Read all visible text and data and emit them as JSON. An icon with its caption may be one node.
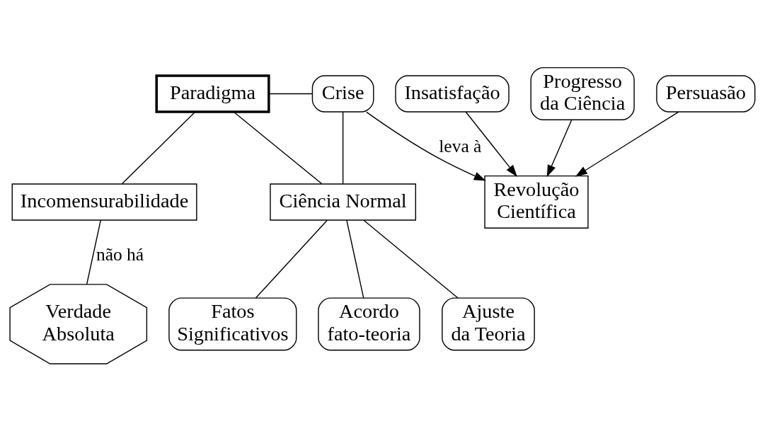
{
  "diagram": {
    "nodes": [
      {
        "text": [
          "Paradigma"
        ]
      },
      {
        "text": [
          "Crise"
        ]
      },
      {
        "text": [
          "Incomensurabilidade"
        ]
      },
      {
        "text": [
          "Ciência Normal"
        ]
      },
      {
        "text": [
          "Revolução Científica"
        ]
      },
      {
        "text": [
          "Fatos Significativos"
        ]
      },
      {
        "text": [
          "Acordo fato-teoria"
        ]
      },
      {
        "text": [
          "Ajuste da Teoria"
        ]
      },
      {
        "text": [
          "Insatisfação"
        ]
      },
      {
        "text": [
          "Progresso da Ciência"
        ]
      },
      {
        "text": [
          "Persuasão"
        ]
      },
      {
        "text": [
          "Verdade Absoluta"
        ]
      }
    ],
    "edges": [
      {
        "from": 0,
        "to": 1,
        "arrow": "none"
      },
      {
        "from": 0,
        "to": 2,
        "arrow": "none"
      },
      {
        "from": 0,
        "to": 3,
        "arrow": "none"
      },
      {
        "from": 1,
        "to": 3,
        "arrow": "none"
      },
      {
        "from": 1,
        "to": 4,
        "arrow": "to",
        "label": "leva à"
      },
      {
        "from": 3,
        "to": 5,
        "arrow": "none"
      },
      {
        "from": 3,
        "to": 6,
        "arrow": "none"
      },
      {
        "from": 3,
        "to": 7,
        "arrow": "none"
      },
      {
        "from": 2,
        "to": 11,
        "arrow": "none",
        "label": "não há"
      },
      {
        "from": 8,
        "to": 4,
        "arrow": "to"
      },
      {
        "from": 10,
        "to": 4,
        "arrow": "to"
      },
      {
        "from": 9,
        "to": 4,
        "arrow": "to"
      }
    ]
  }
}
